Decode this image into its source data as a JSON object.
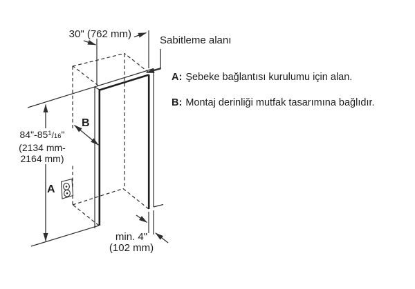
{
  "diagram": {
    "width_dimension": "30\" (762 mm)",
    "fixing_area_label": "Sabitleme alanı",
    "height_dimension": {
      "inches": "84\"-85",
      "fraction_numerator": "1",
      "fraction_slash": "/",
      "fraction_denominator": "16",
      "inch_mark": "\"",
      "mm_line1": "(2134 mm-",
      "mm_line2": "2164 mm)"
    },
    "depth_dimension": {
      "line1": "min. 4\"",
      "line2": "(102 mm)"
    },
    "marker_a": "A",
    "marker_b": "B",
    "notes": [
      {
        "key": "A:",
        "text": "Şebeke bağlantısı kurulumu için alan."
      },
      {
        "key": "B:",
        "text": "Montaj derinliği mutfak tasarımına bağlıdır."
      }
    ],
    "icons": {
      "outlet": "power-outlet-icon"
    },
    "colors": {
      "line": "#2e2e2e",
      "background": "#ffffff"
    }
  }
}
